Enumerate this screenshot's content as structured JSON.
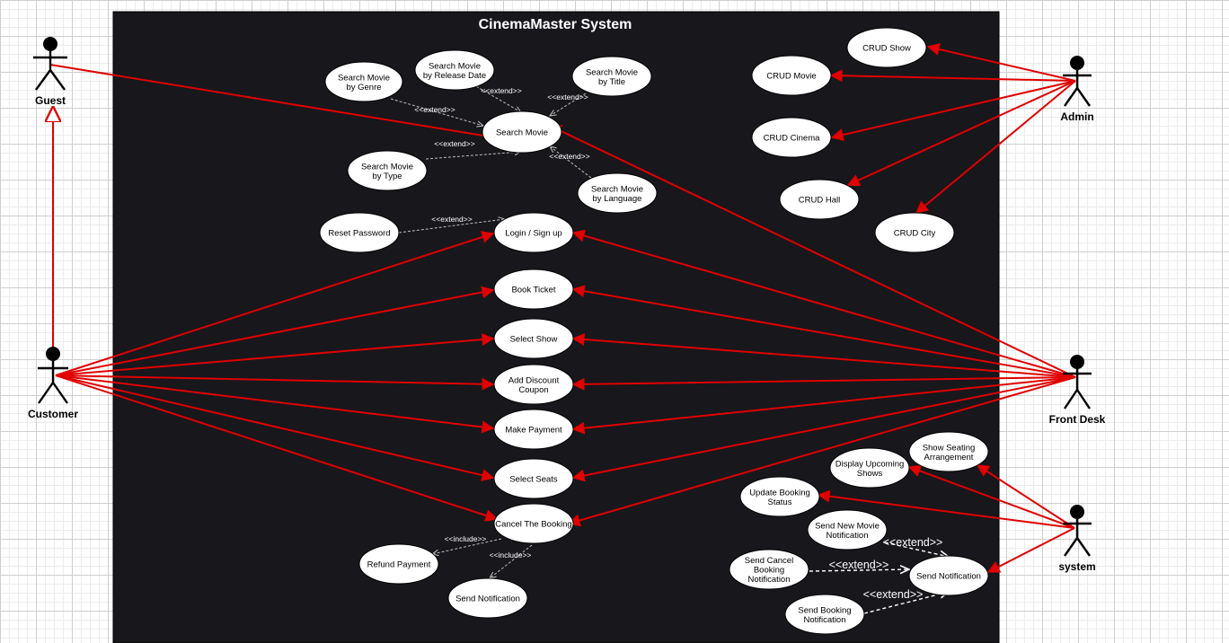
{
  "system": {
    "title": "CinemaMaster System"
  },
  "actors": {
    "guest": "Guest",
    "customer": "Customer",
    "admin": "Admin",
    "front_desk": "Front Desk",
    "system": "system"
  },
  "use_cases": {
    "search_genre": [
      "Search Movie",
      "by Genre"
    ],
    "search_release": [
      "Search Movie",
      "by Release Date"
    ],
    "search_title": [
      "Search Movie",
      "by Title"
    ],
    "search_movie": [
      "Search Movie"
    ],
    "search_type": [
      "Search Movie",
      "by Type"
    ],
    "search_language": [
      "Search Movie",
      "by Language"
    ],
    "reset_password": [
      "Reset Password"
    ],
    "login": [
      "Login / Sign up"
    ],
    "book_ticket": [
      "Book Ticket"
    ],
    "select_show": [
      "Select Show"
    ],
    "add_discount": [
      "Add Discount",
      "Coupon"
    ],
    "make_payment": [
      "Make Payment"
    ],
    "select_seats": [
      "Select Seats"
    ],
    "cancel_booking": [
      "Cancel The Booking"
    ],
    "refund_payment": [
      "Refund Payment"
    ],
    "send_notification_left": [
      "Send Notification"
    ],
    "crud_show": [
      "CRUD Show"
    ],
    "crud_movie": [
      "CRUD Movie"
    ],
    "crud_cinema": [
      "CRUD Cinema"
    ],
    "crud_hall": [
      "CRUD Hall"
    ],
    "crud_city": [
      "CRUD City"
    ],
    "show_seating": [
      "Show Seating",
      "Arrangement"
    ],
    "display_upcoming": [
      "Display Upcoming",
      "Shows"
    ],
    "update_booking": [
      "Update Booking",
      "Status"
    ],
    "send_new_movie": [
      "Send New Movie",
      "Notification"
    ],
    "send_cancel": [
      "Send Cancel",
      "Booking",
      "Notification"
    ],
    "send_notification_right": [
      "Send Notification"
    ],
    "send_booking": [
      "Send Booking",
      "Notification"
    ]
  },
  "stereotypes": {
    "extend": "<<extend>>",
    "include": "<<include>>"
  }
}
